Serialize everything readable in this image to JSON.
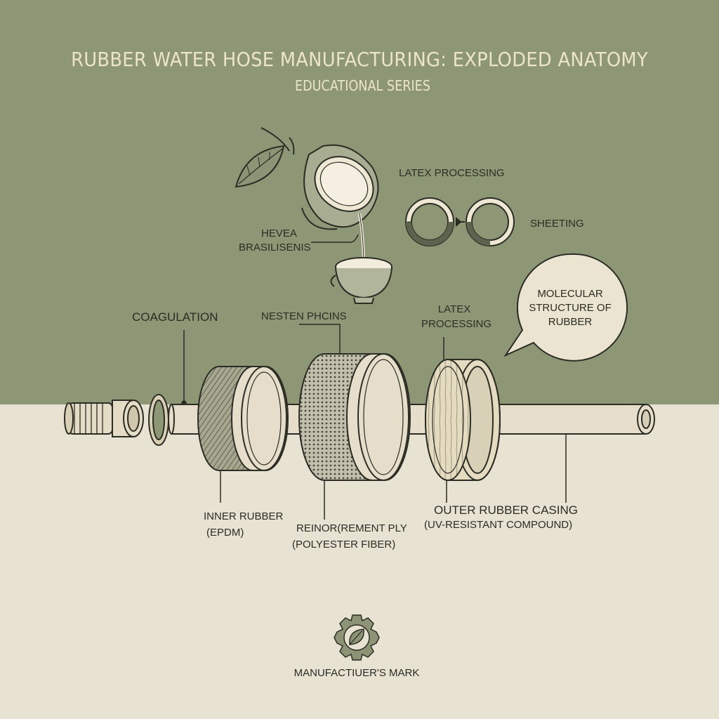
{
  "title": "RUBBER WATER HOSE MANUFACTURING: EXPLODED ANATOMY",
  "subtitle": "EDUCATIONAL SERIES",
  "labels": {
    "hevea": [
      "HEVEA",
      "BRASILISENIS"
    ],
    "latex_top": "LATEX PROCESSING",
    "sheeting": "SHEETING",
    "molecular": [
      "MOLECULAR",
      "STRUCTURE OF",
      "RUBBER"
    ],
    "coagulation": "COAGULATION",
    "nesten": "NESTEN PHCINS",
    "latex_mid": [
      "LATEX",
      "PROCESSING"
    ],
    "inner": [
      "INNER RUBBER",
      "(EPDM)"
    ],
    "reinforcement": [
      "REINOR(REMENT PLY",
      "(POLYESTER FIBER)"
    ],
    "outer": [
      "OUTER RUBBER CASING",
      "(UV-RESISTANT COMPOUND)"
    ],
    "mark": "MANUFACTIUER'S MARK"
  },
  "colors": {
    "background_top": "#8e9775",
    "background_bottom": "#e8e2d3",
    "ink": "#2b2c24",
    "title": "#ece5c9"
  },
  "icons": [
    "leaf-icon",
    "latex-cup-icon",
    "gear-leaf-icon"
  ]
}
